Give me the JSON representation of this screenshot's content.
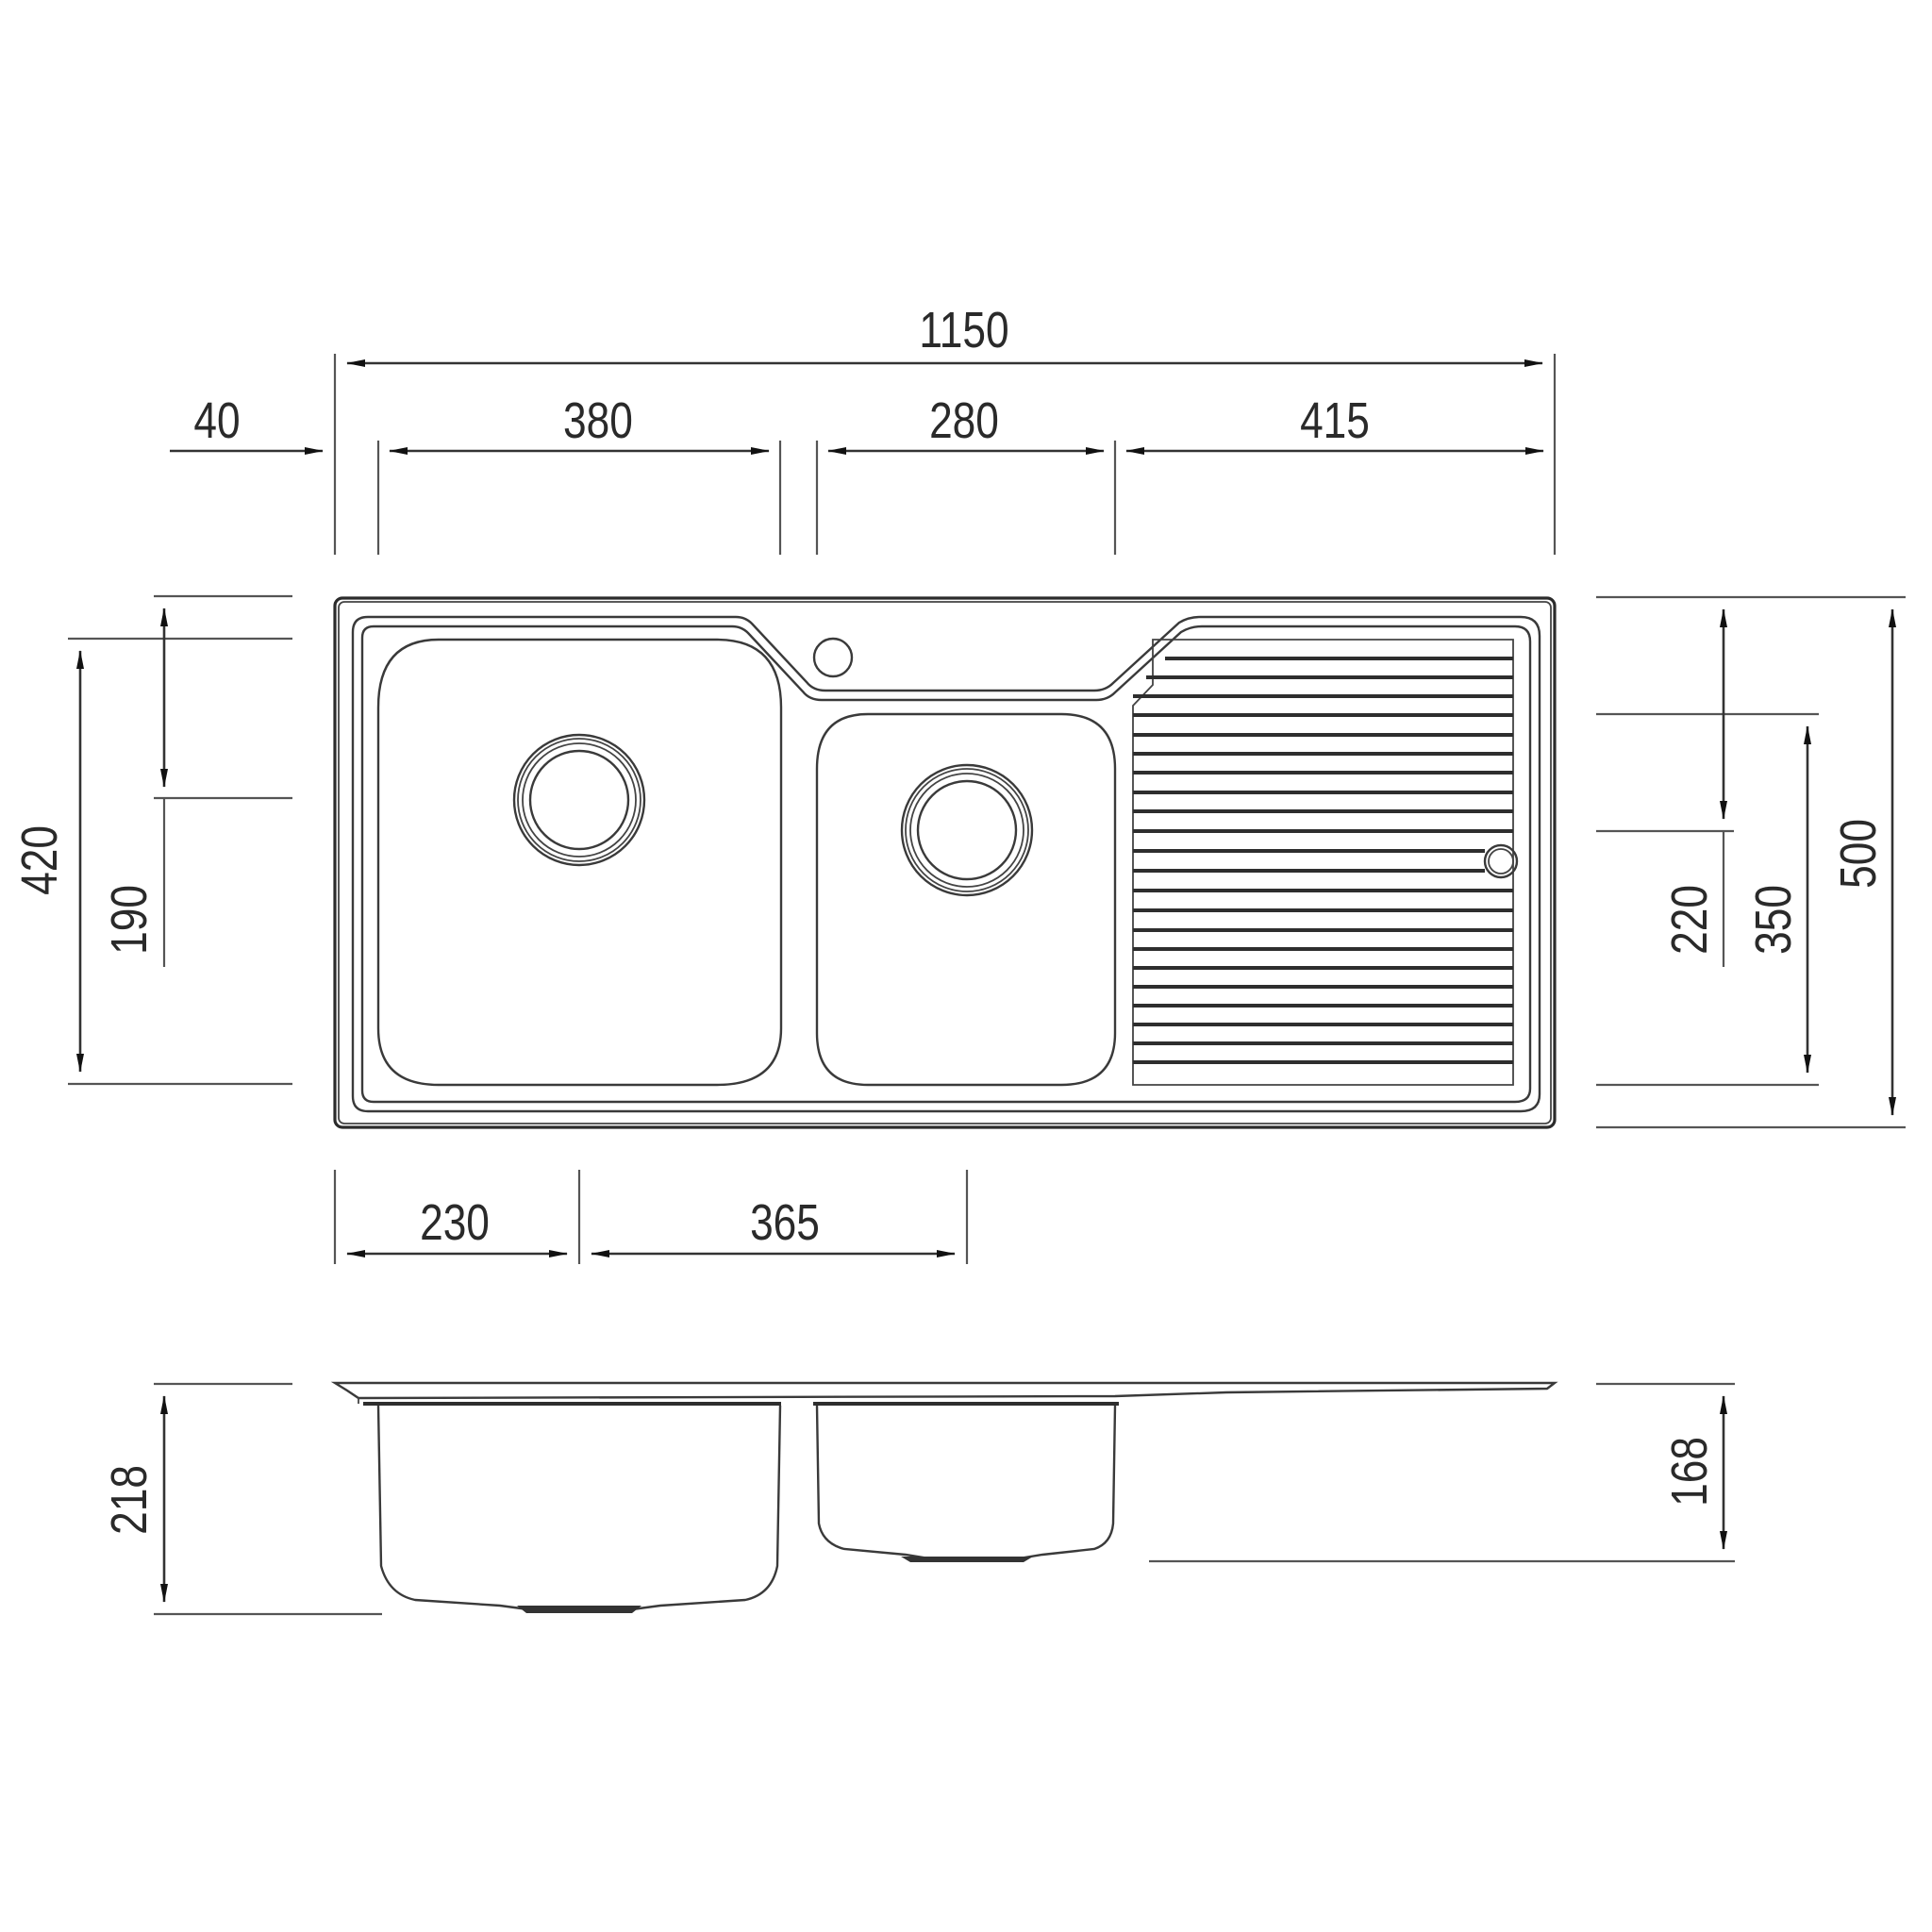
{
  "drawing": {
    "units": "mm",
    "plan_view": {
      "overall_width": "1150",
      "edge_to_bowl1": "40",
      "bowl1_width": "380",
      "bowl2_width": "280",
      "drainer_width": "415",
      "waste1_from_edge": "230",
      "waste2_from_waste1": "365",
      "left_overall_bowl_length": "420",
      "left_waste_from_front": "190",
      "right_overall_depth": "500",
      "right_bowl2_length": "350",
      "right_waste2_from_front": "220"
    },
    "side_view": {
      "bowl1_depth": "218",
      "bowl2_depth": "168"
    }
  },
  "colors": {
    "line": "#333333",
    "background": "#ffffff"
  }
}
